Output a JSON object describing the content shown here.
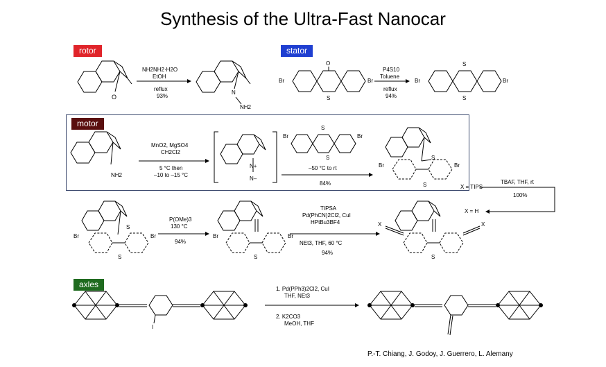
{
  "title": "Synthesis of the Ultra-Fast Nanocar",
  "tags": {
    "rotor": {
      "label": "rotor",
      "color": "#e0242a"
    },
    "stator": {
      "label": "stator",
      "color": "#1f3fd1"
    },
    "motor": {
      "label": "motor",
      "color": "#5a0f0f"
    },
    "axles": {
      "label": "axles",
      "color": "#1f6b1f"
    }
  },
  "rotor_step": {
    "above": [
      "NH2NH2·H2O",
      "EtOH"
    ],
    "below": [
      "reflux",
      "93%"
    ]
  },
  "stator_step": {
    "above": [
      "P4S10",
      "Toluene"
    ],
    "below": [
      "reflux",
      "94%"
    ]
  },
  "motor_step1": {
    "above": [
      "MnO2, MgSO4",
      "CH2Cl2"
    ],
    "below": [
      "5 °C then",
      "–10 to –15 °C"
    ]
  },
  "motor_step2": {
    "above": [
      "–50 °C to rt"
    ],
    "below": [
      "84%"
    ]
  },
  "tbaf_step": {
    "above": "TBAF, THF, rt",
    "below": "100%"
  },
  "x_tips": "X = TIPS",
  "x_h": "X = H",
  "phos_step": {
    "above": [
      "P(OMe)3",
      "130 °C"
    ],
    "below": [
      "94%"
    ]
  },
  "sono_step": {
    "above": [
      "TIPSA",
      "Pd(PhCN)2Cl2, CuI",
      "HPtBu3BF4"
    ],
    "below": [
      "NEt3, THF, 60 °C",
      "94%"
    ]
  },
  "axle_step": {
    "above": [
      "1. Pd(PPh3)2Cl2, CuI",
      "THF, NEt3"
    ],
    "below": [
      "2. K2CO3",
      "MeOH, THF"
    ]
  },
  "atoms": {
    "O": "O",
    "S": "S",
    "Br": "Br",
    "I": "I",
    "X": "X",
    "N": "N",
    "NH2": "NH2",
    "Nplus": "N+",
    "Nminus": "N–"
  },
  "credit": "P.-T. Chiang, J. Godoy, J. Guerrero, L. Alemany"
}
